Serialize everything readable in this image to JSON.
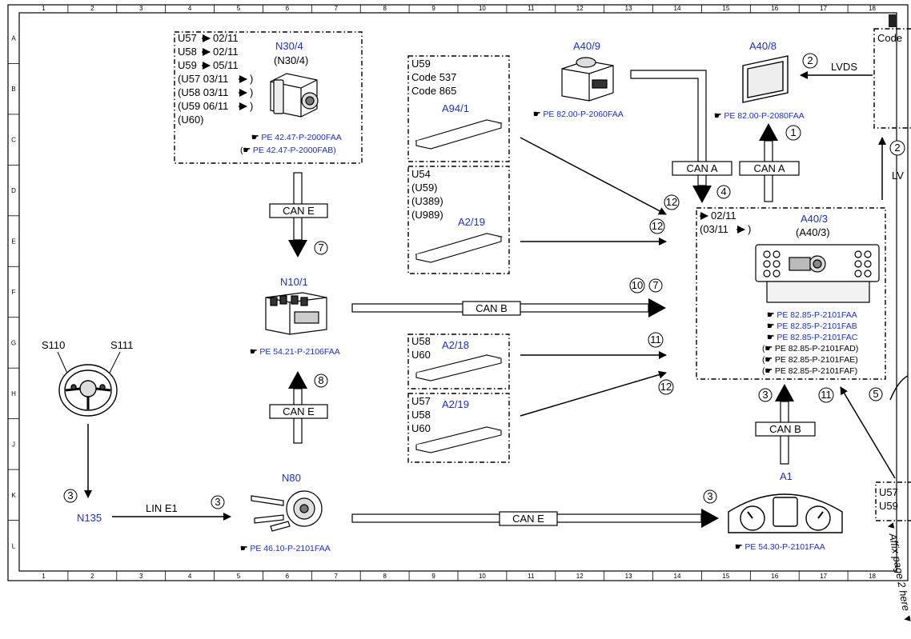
{
  "grid": {
    "columns": [
      "1",
      "2",
      "3",
      "4",
      "5",
      "6",
      "7",
      "8",
      "9",
      "10",
      "11",
      "12",
      "13",
      "14",
      "15",
      "16",
      "17",
      "18"
    ],
    "rows": [
      "A",
      "B",
      "C",
      "D",
      "E",
      "F",
      "G",
      "H",
      "J",
      "K",
      "L"
    ]
  },
  "components": {
    "n30_4": {
      "id": "N30/4",
      "alt": "(N30/4)",
      "refs": [
        "PE 42.47-P-2000FAA",
        "(",
        "PE 42.47-P-2000FAB)"
      ]
    },
    "a94_1": {
      "id": "A94/1"
    },
    "a40_9": {
      "id": "A40/9",
      "ref": "PE 82.00-P-2060FAA"
    },
    "a40_8": {
      "id": "A40/8",
      "ref": "PE 82.00-P-2080FAA"
    },
    "a2_19_top": {
      "id": "A2/19"
    },
    "n10_1": {
      "id": "N10/1",
      "ref": "PE 54.21-P-2106FAA"
    },
    "a40_3": {
      "id": "A40/3",
      "alt": "(A40/3)",
      "refs": [
        "PE 82.85-P-2101FAA",
        "PE 82.85-P-2101FAB",
        "PE 82.85-P-2101FAC",
        "PE 82.85-P-2101FAD)",
        "PE 82.85-P-2101FAE)",
        "PE 82.85-P-2101FAF)"
      ]
    },
    "a2_18": {
      "id": "A2/18"
    },
    "a2_19_bottom": {
      "id": "A2/19"
    },
    "s110": {
      "id": "S110"
    },
    "s111": {
      "id": "S111"
    },
    "n135": {
      "id": "N135"
    },
    "n80": {
      "id": "N80",
      "ref": "PE 46.10-P-2101FAA"
    },
    "a1": {
      "id": "A1",
      "ref": "PE 54.30-P-2101FAA"
    }
  },
  "notes": {
    "n30_4": [
      "U57 ",
      "02/11",
      "U58 ",
      "02/11",
      "U59 ",
      "05/11",
      "(U57  03/11 ",
      ")",
      "(U58  03/11 ",
      ")",
      "(U59  06/11 ",
      ")",
      "(U60)"
    ],
    "a94_1": [
      "U59",
      "Code 537",
      "Code 865"
    ],
    "a2_19_top": [
      "U54",
      "(U59)",
      "(U389)",
      "(U989)"
    ],
    "a40_3": [
      "02/11",
      "(03/11 ",
      ")"
    ],
    "a2_18": [
      "U58",
      "U60"
    ],
    "a2_19_bottom": [
      "U57",
      "U58",
      "U60"
    ],
    "right_top": [
      "Code"
    ],
    "right_bottom": [
      "U57",
      "U59"
    ]
  },
  "buses": {
    "can_e": "CAN E",
    "can_b": "CAN B",
    "can_a": "CAN A",
    "lvds": "LVDS",
    "lin_e1": "LIN E1",
    "lv_cut": "LV"
  },
  "callouts": {
    "c1": "1",
    "c2": "2",
    "c2b": "2",
    "c3": "3",
    "c4": "4",
    "c5": "5",
    "c7": "7",
    "c8": "8",
    "c10": "10",
    "c11": "11",
    "c12": "12"
  },
  "margin_note": "▼ Affix page 2 here ▼"
}
